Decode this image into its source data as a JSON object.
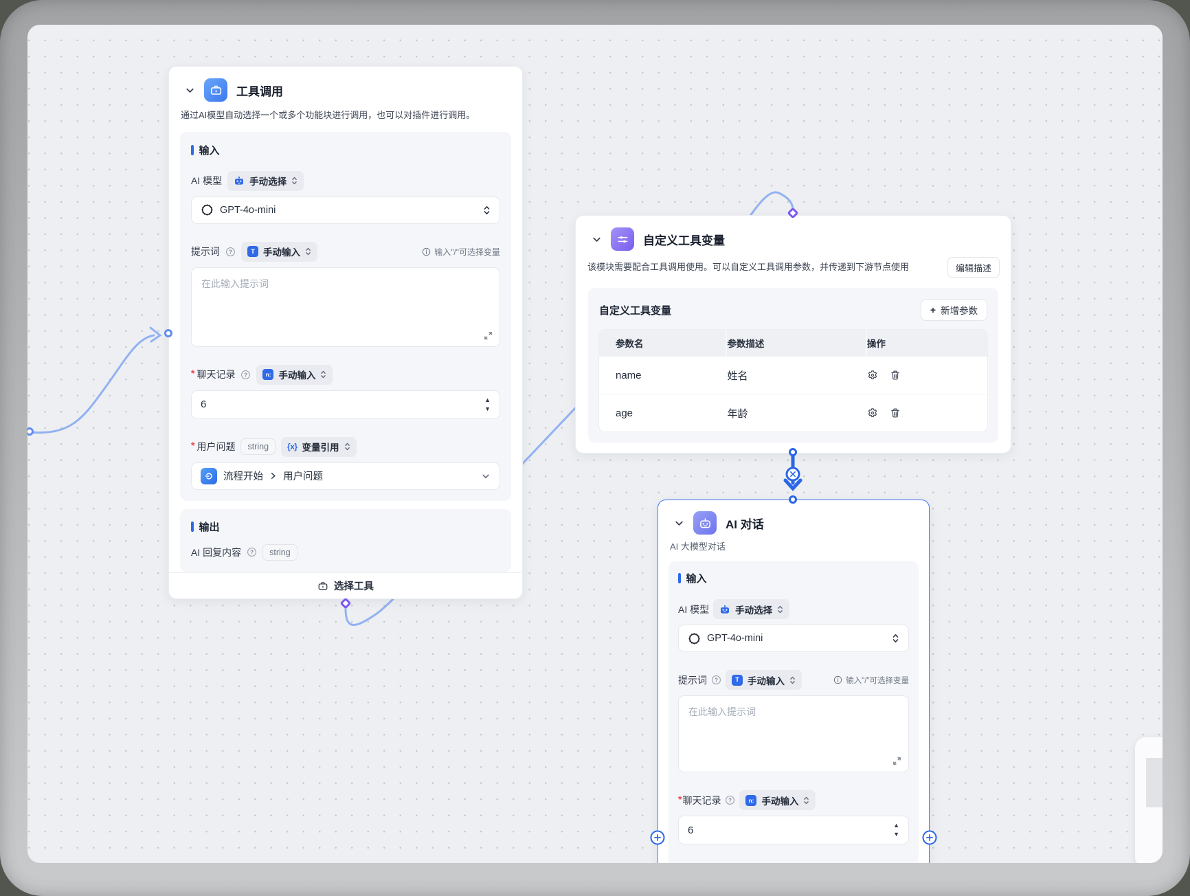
{
  "colors": {
    "accent_blue": "#2F6AE8",
    "selected_node_border": "#4077F5",
    "edge_blue": "#92B2F1",
    "strong_edge_blue": "#2B66E8",
    "diamond_purple": "#7A57F2",
    "tool_icon_bg": "#3B78F0",
    "vars_icon_bg": "#7A5CF0",
    "chat_icon_bg": "#6F74EF"
  },
  "icons": {
    "question": "?",
    "text_input": "T",
    "number_input": "n:",
    "variable_ref": "{x}",
    "add": "+",
    "up": "▲",
    "down": "▼"
  },
  "nodes": {
    "tool_call": {
      "title": "工具调用",
      "description": "通过AI模型自动选择一个或多个功能块进行调用，也可以对插件进行调用。",
      "input_section_label": "输入",
      "ai_model_label": "AI 模型",
      "ai_model_mode": "手动选择",
      "model_name": "GPT-4o-mini",
      "prompt_label": "提示词",
      "prompt_mode": "手动输入",
      "variable_hint": "输入\"/\"可选择变量",
      "prompt_placeholder": "在此输入提示词",
      "chat_history_label": "聊天记录",
      "chat_history_value": "6",
      "user_question_label": "用户问题",
      "user_question_type": "string",
      "user_question_mode": "变量引用",
      "ref_source": "流程开始",
      "ref_field": "用户问题",
      "output_section_label": "输出",
      "output_name": "AI 回复内容",
      "output_type": "string",
      "select_tool_button": "选择工具"
    },
    "custom_vars": {
      "title": "自定义工具变量",
      "description": "该模块需要配合工具调用使用。可以自定义工具调用参数，并传递到下游节点使用",
      "edit_description_button": "编辑描述",
      "panel_title": "自定义工具变量",
      "add_param_button": "新增参数",
      "table_headers": {
        "name": "参数名",
        "desc": "参数描述",
        "actions": "操作"
      },
      "rows": [
        {
          "name": "name",
          "desc": "姓名"
        },
        {
          "name": "age",
          "desc": "年龄"
        }
      ]
    },
    "ai_chat": {
      "title": "AI 对话",
      "subtitle": "AI 大模型对话",
      "input_section_label": "输入",
      "ai_model_label": "AI 模型",
      "ai_model_mode": "手动选择",
      "model_name": "GPT-4o-mini",
      "prompt_label": "提示词",
      "prompt_mode": "手动输入",
      "variable_hint": "输入\"/\"可选择变量",
      "prompt_placeholder": "在此输入提示词",
      "chat_history_label": "聊天记录",
      "chat_history_value": "6"
    }
  }
}
